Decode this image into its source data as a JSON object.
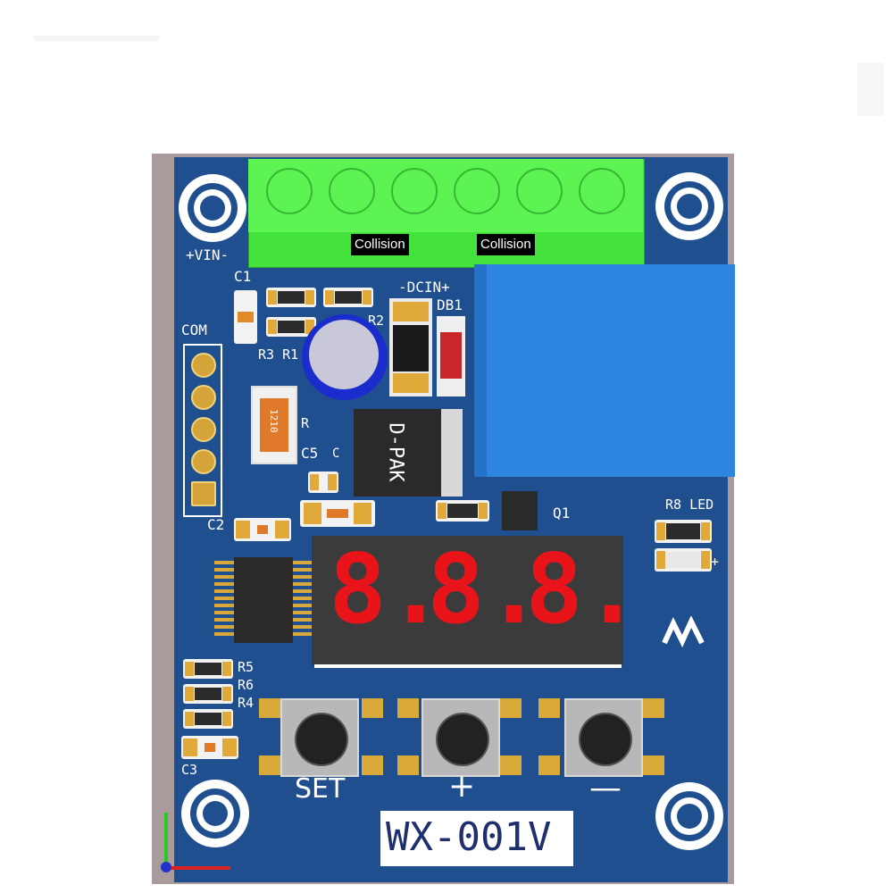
{
  "board": {
    "terminal_labels": [
      "Collision",
      "Collision"
    ],
    "silkscreen": {
      "vin": "+VIN-",
      "c1": "C1",
      "dcin": "-DCIN+",
      "db1": "DB1",
      "com": "COM",
      "r2": "R2",
      "r3r1": "R3 R1",
      "r": "R",
      "c5": "C5",
      "c": "C",
      "dpak": "D-PAK",
      "size1210": "1210",
      "c2": "C2",
      "q1": "Q1",
      "r8led": "R8 LED",
      "plus_small": "+",
      "r5": "R5",
      "r6": "R6",
      "r4": "R4",
      "c3": "C3",
      "set": "SET",
      "plus": "+",
      "minus": "—",
      "model": "WX-001V"
    },
    "display": {
      "digits": [
        "8.",
        "8.",
        "8."
      ]
    }
  },
  "colors": {
    "pcb": "#1f4f8e",
    "terminal": "#44e23d",
    "relay": "#2e86e0",
    "segment": "#e8141a"
  }
}
